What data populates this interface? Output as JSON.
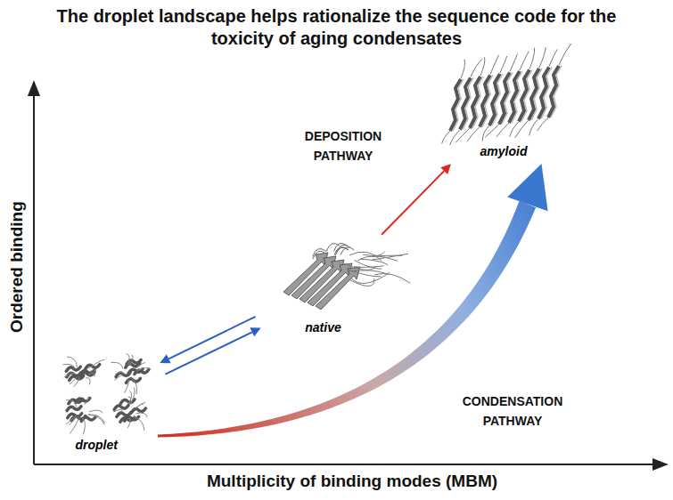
{
  "diagram": {
    "title": "The droplet landscape helps rationalize the sequence code for the toxicity of aging condensates",
    "nodes": [
      {
        "text": [
          "droplet"
        ]
      },
      {
        "text": [
          "native"
        ]
      },
      {
        "text": [
          "amyloid"
        ]
      }
    ],
    "edges": [
      {
        "from": 0,
        "to": 1,
        "arrow": "both"
      },
      {
        "from": 1,
        "to": 2,
        "arrow": "to"
      },
      {
        "from": 0,
        "to": 2,
        "arrow": "to"
      }
    ],
    "labels": [
      "DEPOSITION PATHWAY",
      "CONDENSATION PATHWAY",
      "Ordered binding",
      "Multiplicity of binding modes (MBM)"
    ]
  }
}
